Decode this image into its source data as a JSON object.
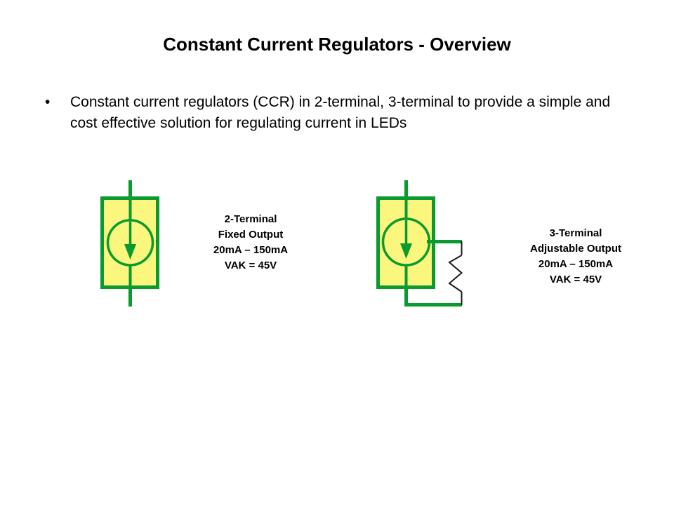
{
  "slide": {
    "title": "Constant Current Regulators - Overview",
    "background_color": "#FFFFFF",
    "text_color": "#000000"
  },
  "body": {
    "bullets": [
      {
        "marker": "•",
        "text": "Constant current regulators (CCR) in 2-terminal, 3-terminal to provide a simple and cost effective solution for regulating current in LEDs"
      }
    ]
  },
  "diagrams": [
    {
      "id": "ccr-2-terminal",
      "symbol_name": "current-source-symbol",
      "body_fill": "#FBF77E",
      "stroke": "#0A9A2D",
      "terminals": 2,
      "caption": {
        "line1": "2-Terminal",
        "line2": "Fixed Output",
        "line3": "20mA – 150mA",
        "line4": "VAK = 45V"
      }
    },
    {
      "id": "ccr-3-terminal",
      "symbol_name": "current-source-symbol-with-resistor",
      "body_fill": "#FBF77E",
      "stroke": "#0A9A2D",
      "resistor_stroke": "#1A1A1A",
      "terminals": 3,
      "caption": {
        "line1": "3-Terminal",
        "line2": "Adjustable Output",
        "line3": "20mA – 150mA",
        "line4": "VAK = 45V"
      }
    }
  ]
}
